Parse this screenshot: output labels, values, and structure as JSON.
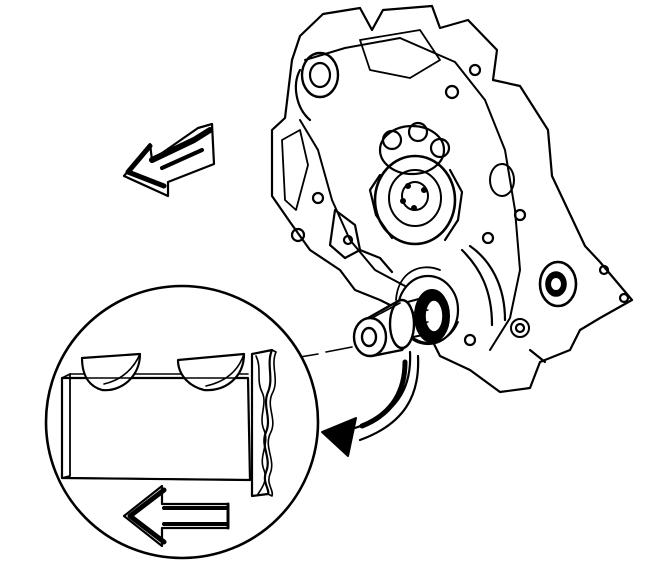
{
  "diagram": {
    "colors": {
      "ink": "#000000",
      "paper": "#ffffff",
      "shade": "#000000"
    },
    "parts": [
      "engine-front-cover",
      "crankshaft-snout",
      "front-seal",
      "seal-installer-tool",
      "removal-direction-arrow",
      "detail-magnifier-circle",
      "detail-curved-pointer-arrow",
      "detail-seal-cross-section",
      "detail-direction-arrow"
    ]
  }
}
